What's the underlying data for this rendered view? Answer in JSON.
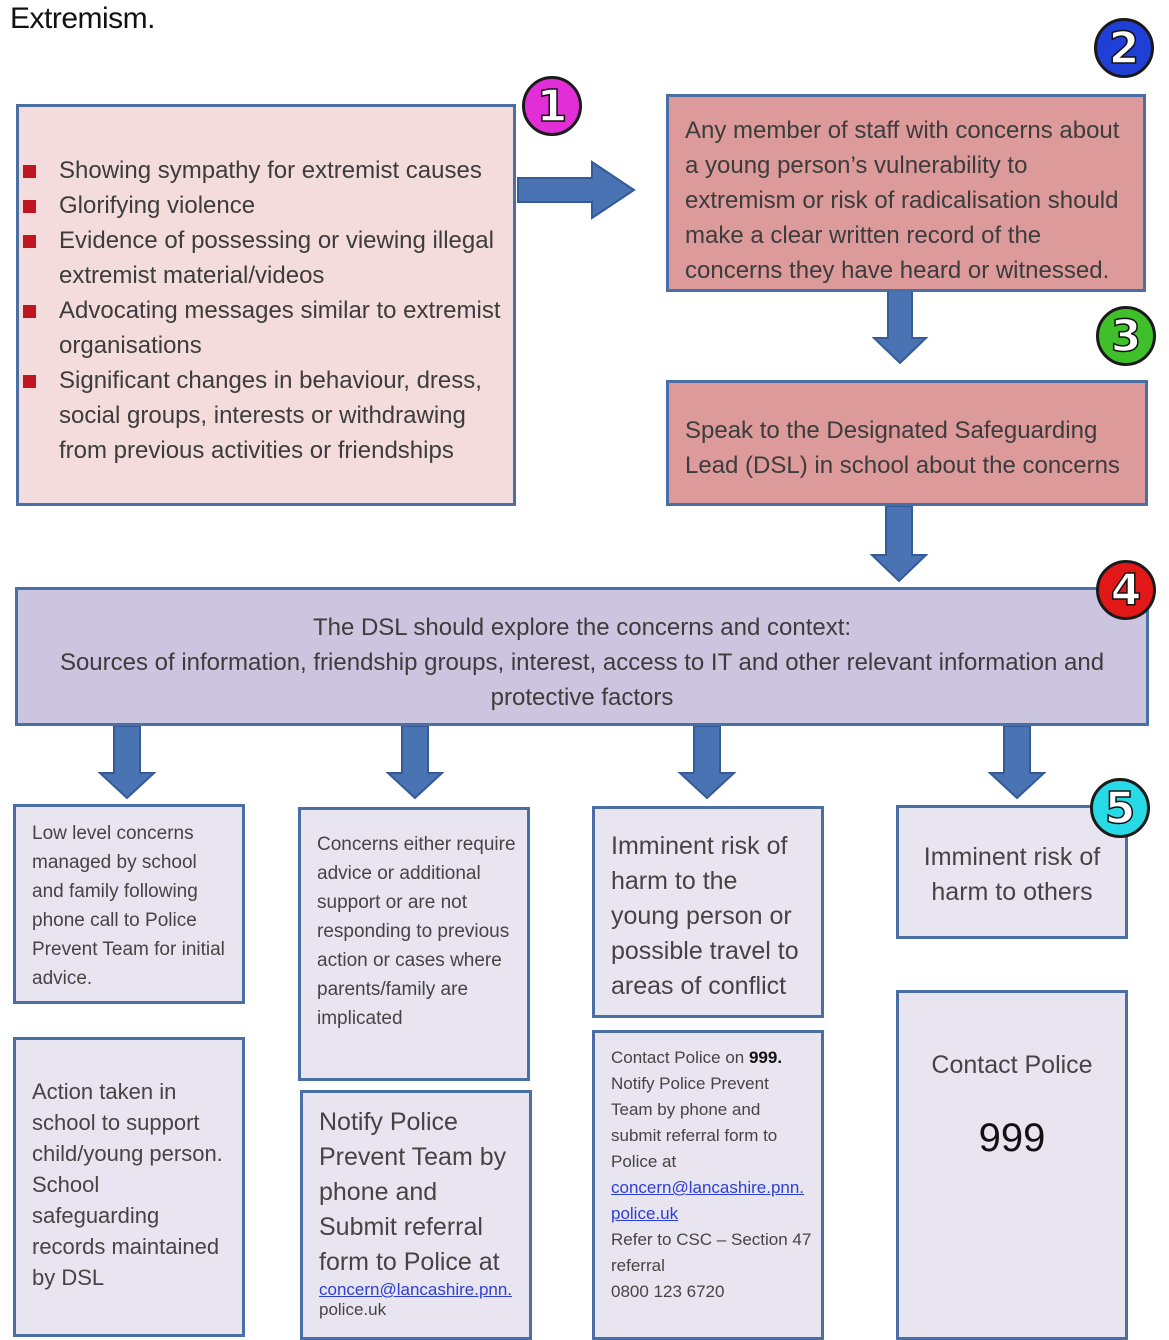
{
  "title": "Extremism.",
  "badges": {
    "b1": "1",
    "b2": "2",
    "b3": "3",
    "b4": "4",
    "b5": "5"
  },
  "step1": {
    "items": [
      "Showing sympathy for extremist causes",
      "Glorifying violence",
      "Evidence of possessing or viewing illegal extremist material/videos",
      "Advocating messages similar to extremist organisations",
      "Significant changes in behaviour, dress, social groups, interests or withdrawing from previous activities or friendships"
    ]
  },
  "step2": {
    "text": "Any member of staff with concerns about a young person’s vulnerability to extremism or risk of radicalisation should make a clear written record of the concerns they have heard or witnessed."
  },
  "step3": {
    "text": "Speak to the Designated Safeguarding Lead (DSL) in school about the concerns"
  },
  "step4": {
    "line1": "The DSL should explore the concerns and context:",
    "line2": "Sources of information, friendship groups, interest, access to IT and other relevant information and protective factors"
  },
  "col1": {
    "top": "Low level concerns managed by school and family following phone call to Police Prevent Team for initial advice.",
    "bottom": "Action taken in school to support child/young person. School safeguarding records maintained by DSL"
  },
  "col2": {
    "top": "Concerns either require advice or additional support or are not responding to previous action or cases where parents/family are implicated",
    "bottom": "Notify Police Prevent Team by phone and Submit referral form to Police at",
    "email_a": "concern@lancashire.pnn.",
    "email_b": "police.uk"
  },
  "col3": {
    "top": "Imminent risk of harm to the young person or possible travel to areas of conflict",
    "bottom_lead": "Contact Police on ",
    "bottom_num": "999.",
    "bottom_mid": "Notify Police Prevent Team by phone and submit referral form to Police at",
    "email": "concern@lancashire.pnn.police.uk",
    "bottom_tail": "Refer to CSC – Section 47 referral",
    "phone": "0800 123 6720"
  },
  "col4": {
    "top": "Imminent risk of harm to others",
    "bottom_label": "Contact Police",
    "bottom_num": "999"
  },
  "colors": {
    "arrow": "#4a73b3",
    "arrow_stroke": "#345b97",
    "bullet": "#c0161f"
  }
}
